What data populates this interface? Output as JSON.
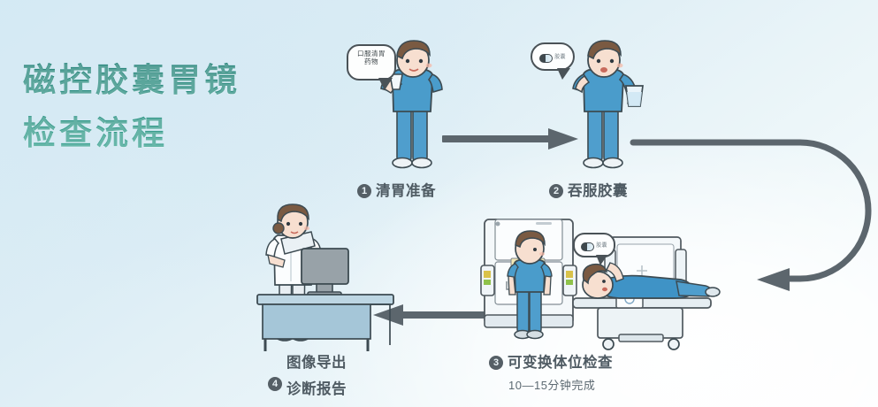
{
  "meta": {
    "title_line1": "磁控胶囊胃镜",
    "title_line2": "检查流程",
    "title_color": "#2a8878",
    "background_color": "#dcedf5",
    "arrow_color": "#5c666d"
  },
  "steps": [
    {
      "number": "1",
      "label": "清胃准备",
      "sub": "",
      "bubble": "口服清胃药物",
      "bubble_line1": "口服清胃",
      "bubble_line2": "药物",
      "scene": "person-drinking-cup"
    },
    {
      "number": "2",
      "label": "吞服胶囊",
      "sub": "",
      "bubble": "capsule-icon",
      "scene": "person-swallowing-capsule-holding-glass"
    },
    {
      "number": "3",
      "label": "可变换体位检查",
      "sub": "10—15分钟完成",
      "bubble": "capsule-icon",
      "scene": "magnetic-control-scanner-standing-and-lying"
    },
    {
      "number": "4",
      "label_line1": "图像导出",
      "label_line2": "诊断报告",
      "sub": "",
      "scene": "doctor-at-desk-with-monitor"
    }
  ],
  "arrows": [
    {
      "name": "arrow-step1-to-step2",
      "direction": "right"
    },
    {
      "name": "arrow-step2-to-step3",
      "direction": "curve-down-left"
    },
    {
      "name": "arrow-step3-to-step4",
      "direction": "left"
    }
  ],
  "palette": {
    "scrubs_blue": "#3b8fc4",
    "scrubs_blue_light": "#5aa8d6",
    "hair_brown": "#7a5a42",
    "skin": "#f7dfd0",
    "coat_white": "#fbfdfe",
    "machine_gray": "#e9eef1",
    "desk_blue": "#9fc3d4",
    "monitor_gray": "#8e979c"
  }
}
